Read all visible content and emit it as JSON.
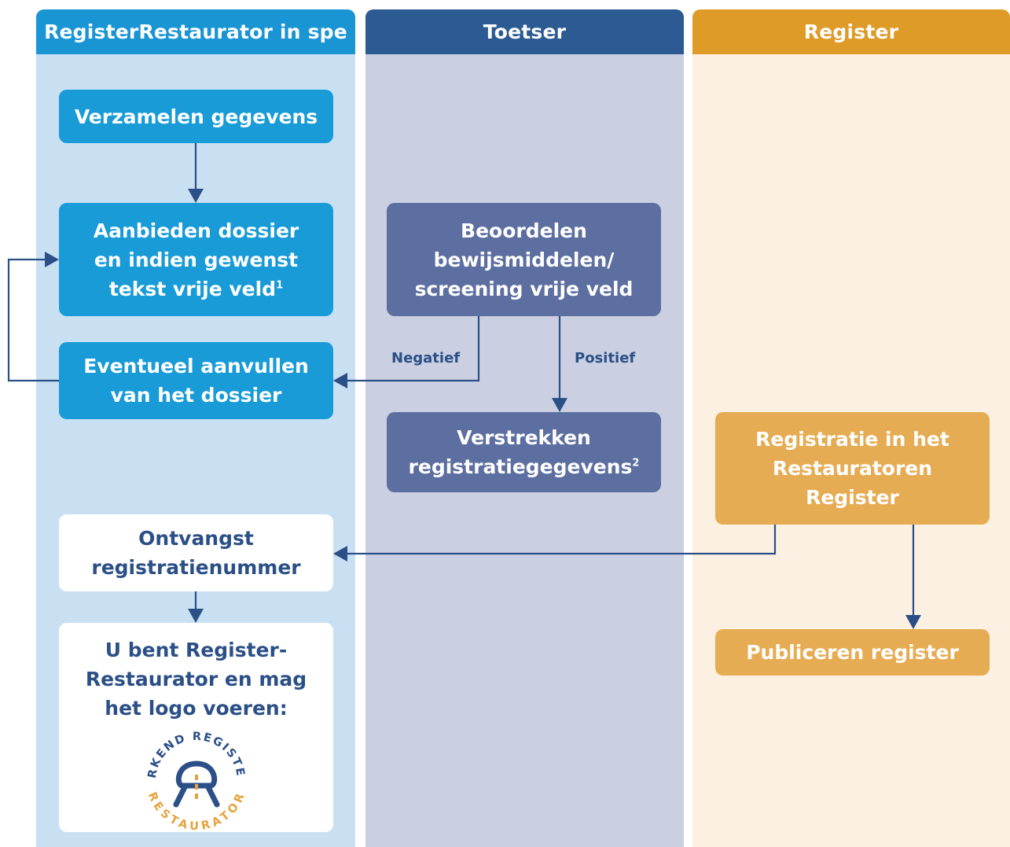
{
  "colors": {
    "lane1_bg": "#c9e0f3",
    "lane1_head": "#1a95d4",
    "lane2_bg": "#cacfe1",
    "lane2_head": "#2c5a93",
    "lane3_bg": "#fbf0e1",
    "lane3_head": "#de9b28",
    "box_blue": "#189bd7",
    "box_slate": "#5d6fa1",
    "box_gold": "#e6ac53",
    "arrow": "#2b4f87",
    "logo_navy": "#2b4f87",
    "logo_orange": "#e6a23c"
  },
  "lanes": [
    {
      "title": "RegisterRestaurator in spe"
    },
    {
      "title": "Toetser"
    },
    {
      "title": "Register"
    }
  ],
  "nodes": {
    "verzamelen": {
      "lines": [
        "Verzamelen gegevens"
      ]
    },
    "aanbieden": {
      "lines": [
        "Aanbieden dossier",
        "en indien gewenst",
        "tekst vrije veld"
      ],
      "footnote": "1"
    },
    "aanvullen": {
      "lines": [
        "Eventueel aanvullen",
        "van het dossier"
      ]
    },
    "beoordelen": {
      "lines": [
        "Beoordelen",
        "bewijsmiddelen/",
        "screening vrije veld"
      ]
    },
    "verstrekken": {
      "lines": [
        "Verstrekken",
        "registratiegegevens"
      ],
      "footnote": "2"
    },
    "registratie": {
      "lines": [
        "Registratie in het",
        "Restauratoren",
        "Register"
      ]
    },
    "ontvangst": {
      "lines": [
        "Ontvangst",
        "registratienummer"
      ]
    },
    "logo_box": {
      "lines": [
        "U bent Register-",
        "Restaurator en mag",
        "het logo voeren:"
      ]
    },
    "publiceren": {
      "lines": [
        "Publiceren register"
      ]
    }
  },
  "edge_labels": {
    "negatief": "Negatief",
    "positief": "Positief"
  },
  "logo": {
    "top_text": "ERKEND REGISTER",
    "bottom_text": "RESTAURATOR",
    "icon": "registered-restaurator-logo"
  }
}
